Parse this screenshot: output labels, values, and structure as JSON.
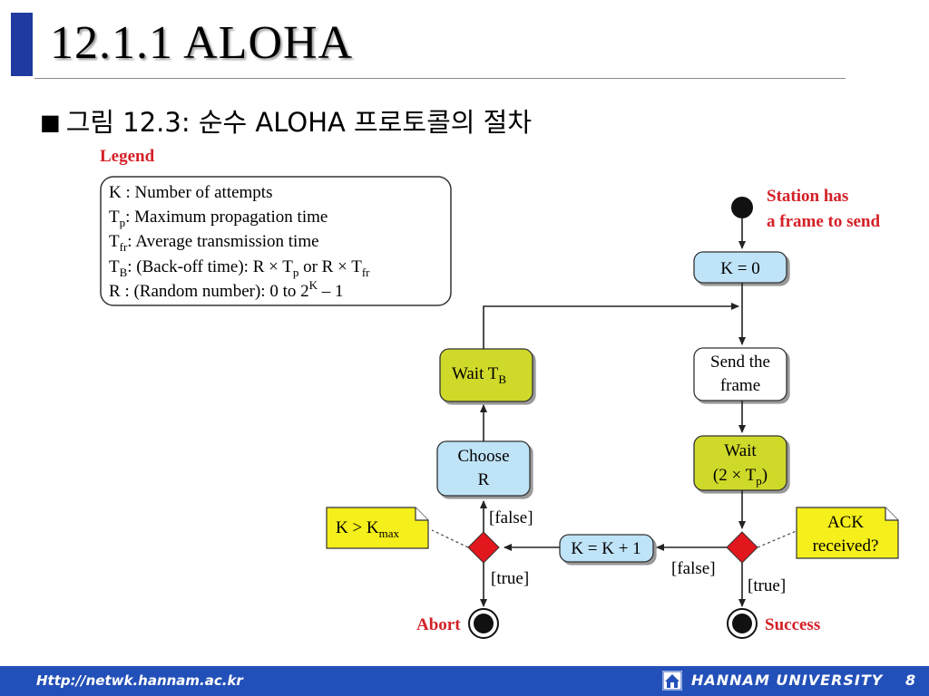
{
  "slide": {
    "title": "12.1.1 ALOHA",
    "bullet_marker": "■",
    "subtitle": "그림 12.3: 순수 ALOHA 프로토콜의 절차"
  },
  "legend": {
    "heading": "Legend",
    "lines": [
      {
        "sym": "K",
        "sub": "",
        "text": " : Number of attempts"
      },
      {
        "sym": "T",
        "sub": "p",
        "text": ": Maximum propagation time"
      },
      {
        "sym": "T",
        "sub": "fr",
        "text": ": Average transmission time"
      },
      {
        "sym": "T",
        "sub": "B",
        "text": ": (Back-off time): R × T",
        "sub2": "p",
        "text2": " or R × T",
        "sub3": "fr"
      },
      {
        "sym": "R",
        "sub": "",
        "text": " : (Random number): 0 to 2",
        "sup": "K",
        "text2": " – 1"
      }
    ]
  },
  "flow": {
    "start_label_1": "Station has",
    "start_label_2": "a frame to send",
    "k_init": "K = 0",
    "send_1": "Send the",
    "send_2": "frame",
    "wait_1": "Wait",
    "wait_2a": "(2 × T",
    "wait_2sub": "p",
    "wait_2b": ")",
    "waitb": "Wait T",
    "waitb_sub": "B",
    "choose_1": "Choose",
    "choose_2": "R",
    "k_inc": "K = K + 1",
    "note_kmax": "K > K",
    "note_kmax_sub": "max",
    "note_ack_1": "ACK",
    "note_ack_2": "received?",
    "false_left": "[false]",
    "true_left": "[true]",
    "false_right": "[false]",
    "true_right": "[true]",
    "abort": "Abort",
    "success": "Success"
  },
  "colors": {
    "blue_box": "#bfe3f7",
    "yellow_box": "#cfd92a",
    "note_yellow": "#f5ef1b",
    "decision_red": "#e2171e",
    "label_red": "#d42027"
  },
  "footer": {
    "url": "Http://netwk.hannam.ac.kr",
    "university": "HANNAM UNIVERSITY",
    "page": "8"
  }
}
